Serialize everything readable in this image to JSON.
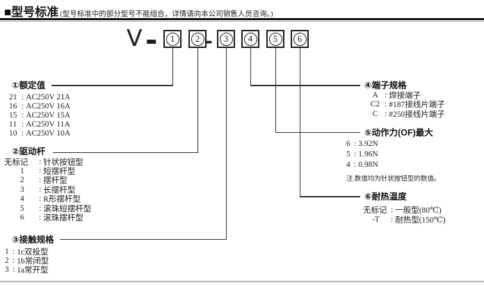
{
  "header": {
    "title": "■型号标准",
    "subtitle": "(型号标准中的部分型号不能组合，详情请向本公司销售人员咨询。)"
  },
  "model": {
    "prefix": "V",
    "dash1": "-",
    "dash2": "-",
    "digits": [
      "1",
      "2",
      "3",
      "4",
      "5",
      "6"
    ]
  },
  "sep": ":",
  "sections": {
    "s1": {
      "label": "①额定值",
      "items": [
        {
          "k": "21",
          "v": "AC250V 21A"
        },
        {
          "k": "16",
          "v": "AC250V 16A"
        },
        {
          "k": "15",
          "v": "AC250V 15A"
        },
        {
          "k": "11",
          "v": "AC250V 11A"
        },
        {
          "k": "10",
          "v": "AC250V 10A"
        }
      ]
    },
    "s2": {
      "label": "②驱动杆",
      "items": [
        {
          "k": "无标记",
          "v": "针状按钮型"
        },
        {
          "k": "1",
          "v": "短摆杆型"
        },
        {
          "k": "2",
          "v": "摆杆型"
        },
        {
          "k": "3",
          "v": "长摆杆型"
        },
        {
          "k": "4",
          "v": "R形摆杆型"
        },
        {
          "k": "5",
          "v": "滚珠短摆杆型"
        },
        {
          "k": "6",
          "v": "滚珠摆杆型"
        }
      ]
    },
    "s3": {
      "label": "③接触规格",
      "items": [
        {
          "k": "1",
          "v": "1c双投型"
        },
        {
          "k": "2",
          "v": "1b常闭型"
        },
        {
          "k": "3",
          "v": "1a常开型"
        }
      ]
    },
    "s4": {
      "label": "④端子规格",
      "items": [
        {
          "k": "A",
          "v": "焊接端子"
        },
        {
          "k": "C2",
          "v": "#187接线片端子"
        },
        {
          "k": "C",
          "v": "#250接线片端子"
        }
      ]
    },
    "s5": {
      "label": "⑤动作力(OF)最大",
      "items": [
        {
          "k": "6",
          "v": "3.92N"
        },
        {
          "k": "5",
          "v": "1.96N"
        },
        {
          "k": "4",
          "v": "0.98N"
        }
      ],
      "note": "注.数值均为针状按钮型的数值。"
    },
    "s6": {
      "label": "⑥耐热温度",
      "items": [
        {
          "k": "无标记",
          "v": "一般型(80℃)"
        },
        {
          "k": "-T",
          "v": "耐热型(150℃)"
        }
      ]
    }
  },
  "colors": {
    "text": "#1a1a1a",
    "line": "#2e2e2e",
    "rule_dark": "#151515",
    "rule_light": "#a9a9a9",
    "rule_bottom": "#b3b3b3"
  }
}
